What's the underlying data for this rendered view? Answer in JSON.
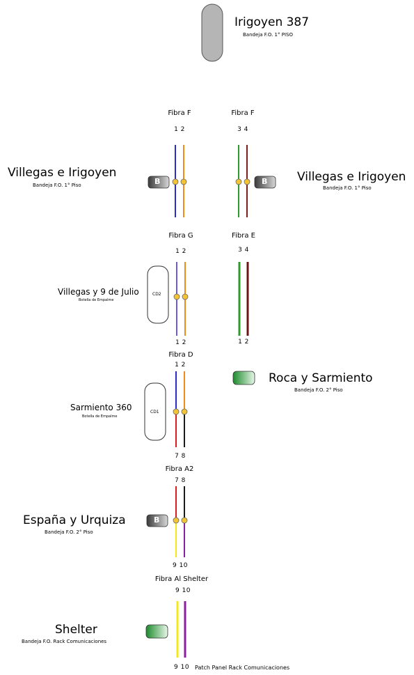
{
  "sites": {
    "irigoyen": {
      "title": "Irigoyen 387",
      "sub": "Bandeja F.O. 1° PISO"
    },
    "villegas_left": {
      "title": "Villegas e Irigoyen",
      "sub": "Bandeja F.O. 1° Piso"
    },
    "villegas_right": {
      "title": "Villegas e Irigoyen",
      "sub": "Bandeja F.O. 1° Piso"
    },
    "villegas9": {
      "title": "Villegas y 9 de Julio",
      "sub": "Botella de Empalme"
    },
    "roca": {
      "title": "Roca y Sarmiento",
      "sub": "Bandeja F.O. 2° Piso"
    },
    "sarmiento": {
      "title": "Sarmiento 360",
      "sub": "Botella de Empalme"
    },
    "espana": {
      "title": "España y Urquiza",
      "sub": "Bandeja F.O. 2° Piso"
    },
    "shelter": {
      "title": "Shelter",
      "sub": "Bandeja F.O. Rack Comunicaciones"
    }
  },
  "fibers": {
    "f_left": {
      "label": "Fibra F",
      "nums": "1  2"
    },
    "f_right": {
      "label": "Fibra F",
      "nums": "3  4"
    },
    "g": {
      "label": "Fibra G",
      "nums": "1  2",
      "bottom": "1  2"
    },
    "e": {
      "label": "Fibra E",
      "nums": "3  4",
      "bottom": "1  2"
    },
    "d": {
      "label": "Fibra D",
      "nums": "1  2",
      "bottom": "7  8"
    },
    "a2": {
      "label": "Fibra A2",
      "nums": "7  8",
      "bottom": "9 10"
    },
    "shelter": {
      "label": "Fibra Al Shelter",
      "nums": "9  10",
      "bottom": "9 10"
    }
  },
  "badges": {
    "b": "B",
    "cd2": "CD2",
    "cd1": "CD1"
  },
  "patch_panel": "Patch Panel Rack Comunicaciones",
  "colors": {
    "blue": "#2a2ad0",
    "orange": "#f08a1a",
    "green": "#2f9a2f",
    "brown": "#7a1f1f",
    "red": "#d81e1e",
    "black": "#1a1a1a",
    "yellow": "#f2ea14",
    "purple": "#8a1fa0",
    "splice": "#f2c334",
    "device_dark": "#555555",
    "device_green": "#2b9b3b",
    "device_grey": "#b5b5b5"
  }
}
